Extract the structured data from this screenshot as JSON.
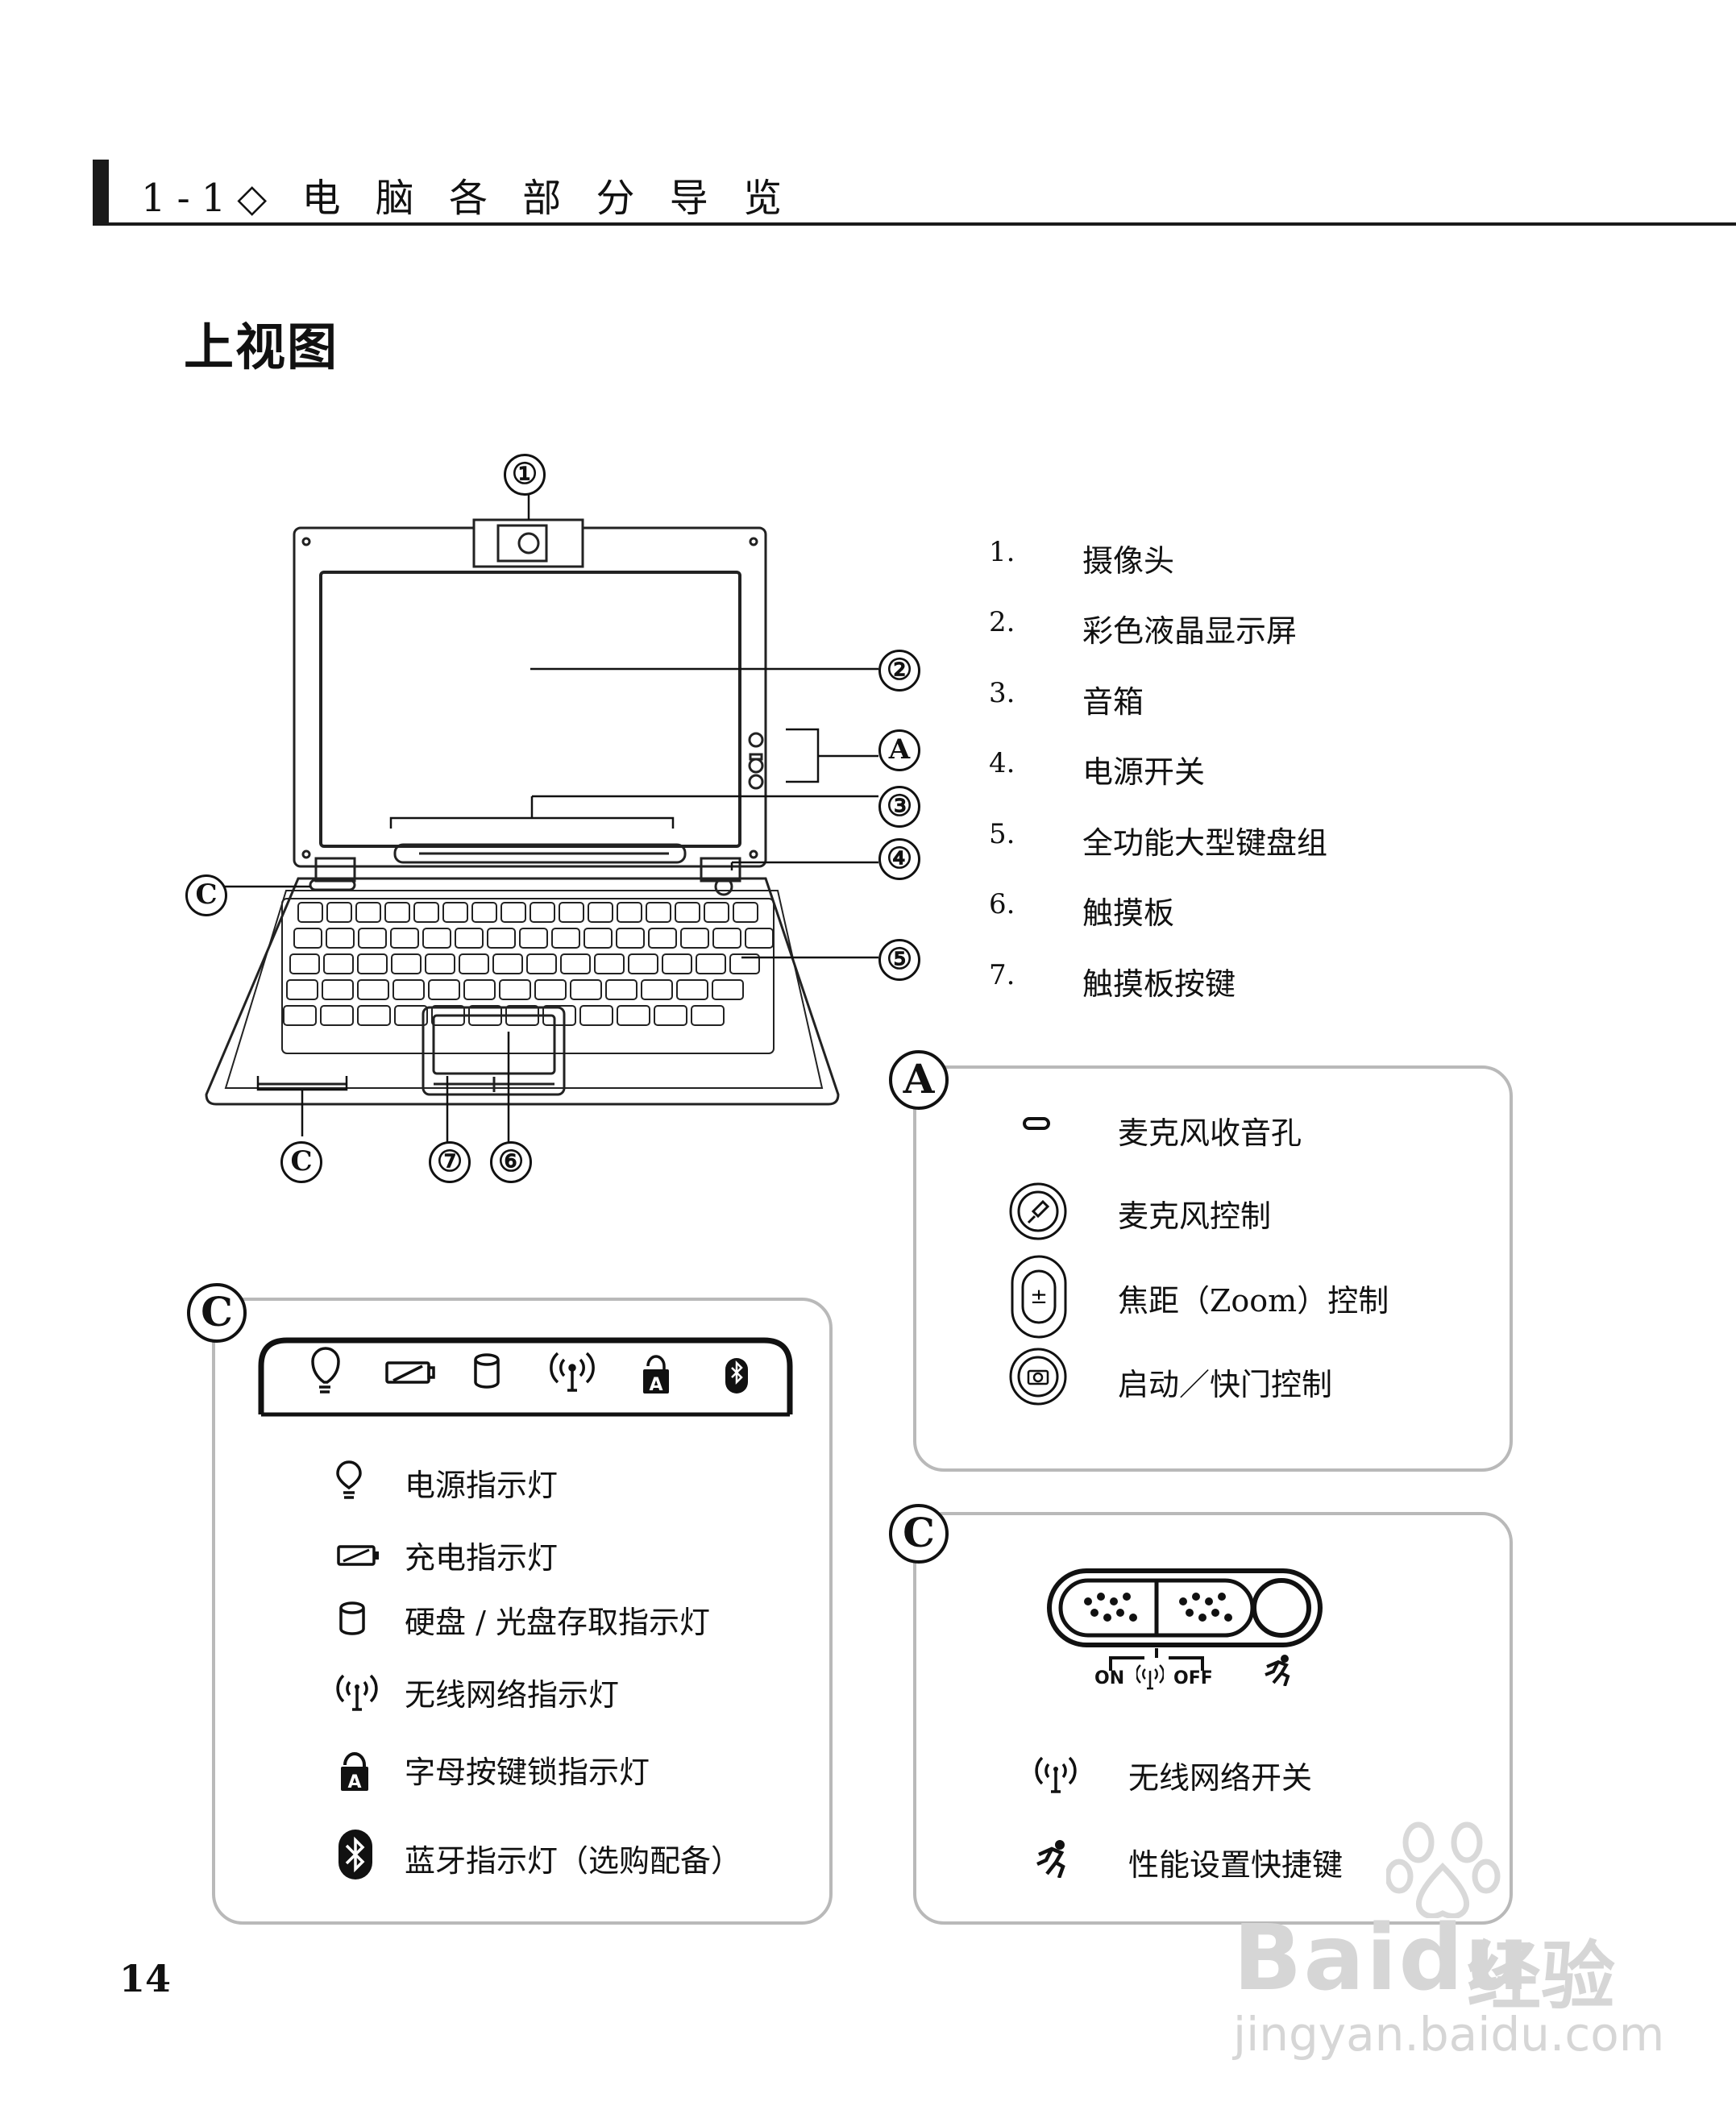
{
  "header": {
    "text": "1-1◇ 电 脑 各 部 分 导 览"
  },
  "section_title": "上视图",
  "page_number": "14",
  "diagram_callouts": [
    "①",
    "②",
    "③",
    "④",
    "⑤",
    "⑥",
    "⑦",
    "A",
    "C",
    "C"
  ],
  "legend": [
    {
      "num": "1.",
      "label": "摄像头"
    },
    {
      "num": "2.",
      "label": "彩色液晶显示屏"
    },
    {
      "num": "3.",
      "label": "音箱"
    },
    {
      "num": "4.",
      "label": "电源开关"
    },
    {
      "num": "5.",
      "label": "全功能大型键盘组"
    },
    {
      "num": "6.",
      "label": "触摸板"
    },
    {
      "num": "7.",
      "label": "触摸板按键"
    }
  ],
  "box_a": {
    "badge": "A",
    "items": [
      {
        "icon": "mic-hole-icon",
        "label": "麦克风收音孔"
      },
      {
        "icon": "mic-control-icon",
        "label": "麦克风控制"
      },
      {
        "icon": "zoom-control-icon",
        "label": "焦距（Zoom）控制"
      },
      {
        "icon": "camera-shutter-icon",
        "label": "启动／快门控制"
      }
    ]
  },
  "box_c_left": {
    "badge": "C",
    "items": [
      {
        "icon": "power-bulb-icon",
        "label": "电源指示灯"
      },
      {
        "icon": "battery-charge-icon",
        "label": "充电指示灯"
      },
      {
        "icon": "disk-icon",
        "label": "硬盘 / 光盘存取指示灯"
      },
      {
        "icon": "wireless-icon",
        "label": "无线网络指示灯"
      },
      {
        "icon": "caps-lock-icon",
        "label": "字母按键锁指示灯"
      },
      {
        "icon": "bluetooth-icon",
        "label": "蓝牙指示灯（选购配备）"
      }
    ]
  },
  "box_c_right": {
    "badge": "C",
    "switch_on": "ON",
    "switch_off": "OFF",
    "items": [
      {
        "icon": "wireless-icon",
        "label": "无线网络开关"
      },
      {
        "icon": "performance-icon",
        "label": "性能设置快捷键"
      }
    ]
  },
  "watermark": {
    "brand": "Bai",
    "brand2": "du",
    "cn": "经验",
    "url": "jingyan.baidu.com"
  }
}
